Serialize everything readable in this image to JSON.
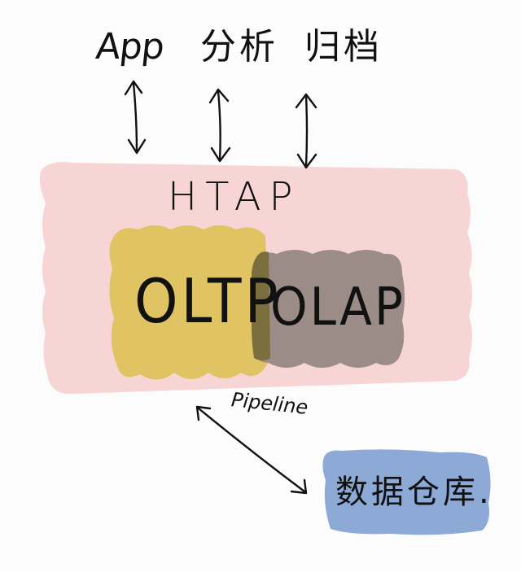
{
  "labels": {
    "app": "App",
    "analysis": "分析",
    "archive": "归档",
    "htap": "HTAP",
    "oltp": "OLTP",
    "olap": "OLAP",
    "pipeline": "Pipeline",
    "warehouse": "数据仓库."
  },
  "colors": {
    "htap_band": "#f7d5d5",
    "oltp_block": "#e0c463",
    "olap_block": "#9c8c87",
    "overlap": "#7b6e3e",
    "warehouse_block": "#8daad7",
    "ink": "#111111"
  }
}
